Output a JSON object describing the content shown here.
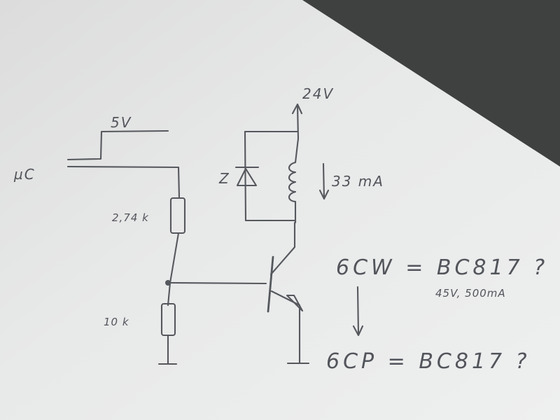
{
  "supply_labels": {
    "v24": "24V",
    "v5": "5V",
    "controller": "µC"
  },
  "components": {
    "r_top": "2,74 k",
    "r_bottom": "10 k",
    "diode_mark": "Z",
    "coil_current": "33 mA"
  },
  "notes": {
    "line1": "6CW = BC817 ?",
    "line1_specs": "45V, 500mA",
    "line2": "6CP = BC817 ?"
  },
  "colors": {
    "paper": "#e9eaea",
    "paper_shadow": "#dcdddd",
    "background": "#3f4040",
    "pencil": "#55585d"
  }
}
